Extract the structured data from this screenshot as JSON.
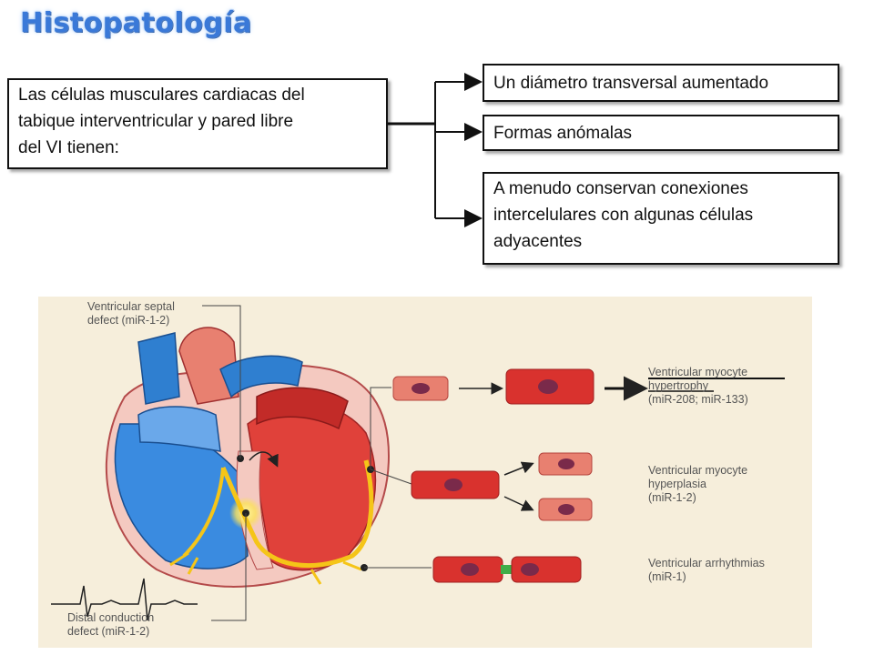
{
  "title": "Histopatología",
  "source_box": {
    "lines": [
      "Las células musculares cardiacas  del",
      "tabique interventricular y pared libre",
      "del VI tienen:"
    ]
  },
  "options": [
    {
      "lines": [
        "Un diámetro transversal aumentado"
      ]
    },
    {
      "lines": [
        "Formas anómalas"
      ]
    },
    {
      "lines": [
        "A menudo conservan conexiones",
        "intercelulares con algunas células",
        "adyacentes"
      ]
    }
  ],
  "figure": {
    "labels": {
      "septal": [
        "Ventricular septal",
        "defect (miR-1-2)"
      ],
      "distal": [
        "Distal conduction",
        "defect (miR-1-2)"
      ],
      "hypertrophy": [
        "Ventricular myocyte",
        "hypertrophy",
        "(miR-208; miR-133)"
      ],
      "hyperplasia": [
        "Ventricular myocyte",
        "hyperplasia",
        "(miR-1-2)"
      ],
      "arrhythmias": [
        "Ventricular arrhythmias",
        "(miR-1)"
      ]
    },
    "colors": {
      "background": "#f6eedb",
      "cell_fill": "#d9322e",
      "cell_light": "#e88070",
      "nucleus": "#7a2a4a",
      "blue": "#2f7fd0",
      "red": "#e0413a",
      "pink": "#f4c9c0",
      "conduction": "#f5c518"
    }
  }
}
